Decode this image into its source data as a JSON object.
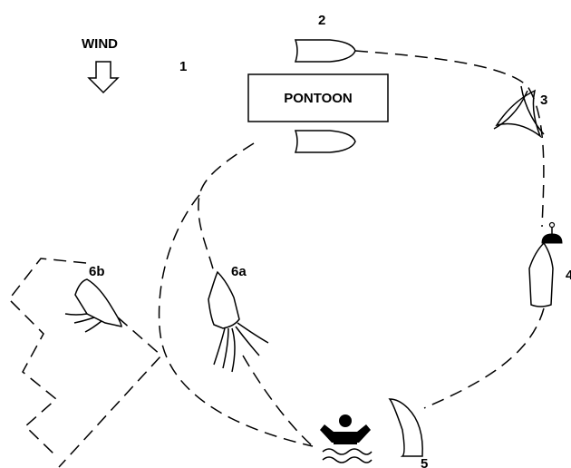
{
  "diagram": {
    "wind_label": "WIND",
    "pontoon_label": "PONTOON",
    "markers": {
      "m1": "1",
      "m2": "2",
      "m3": "3",
      "m4": "4",
      "m5": "5",
      "m6a": "6a",
      "m6b": "6b"
    },
    "colors": {
      "ink": "#000000",
      "background": "#ffffff"
    }
  }
}
